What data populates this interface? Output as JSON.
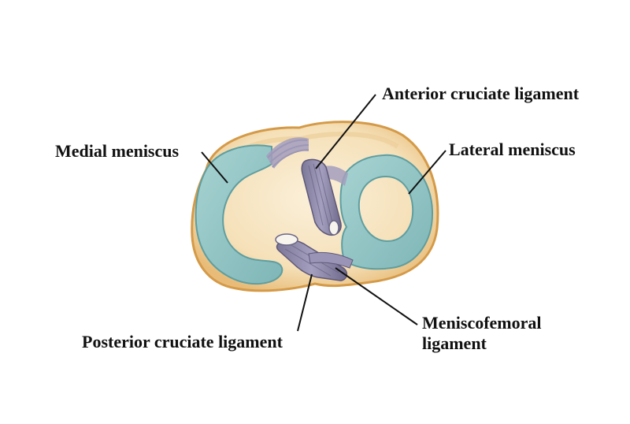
{
  "labels": {
    "anterior_cruciate_ligament": "Anterior cruciate ligament",
    "medial_meniscus": "Medial meniscus",
    "lateral_meniscus": "Lateral meniscus",
    "posterior_cruciate_ligament": "Posterior cruciate ligament",
    "meniscofemoral_ligament_line1": "Meniscofemoral",
    "meniscofemoral_ligament_line2": "ligament"
  },
  "colors": {
    "bone_fill": "#f6e3c0",
    "bone_rim": "#dca65a",
    "meniscus_fill": "#8fc4c4",
    "meniscus_edge": "#5f9ea0",
    "ligament_fill": "#8d88a8",
    "ligament_edge": "#5e5878",
    "leader_line": "#111111"
  }
}
